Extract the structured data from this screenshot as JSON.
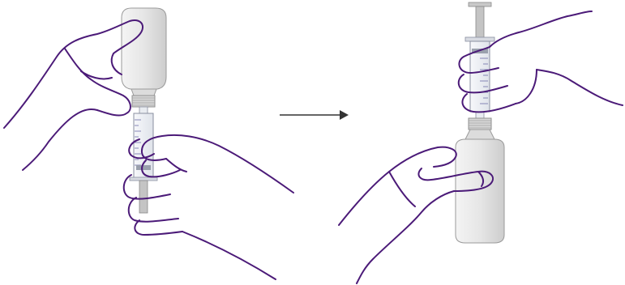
{
  "illustration": {
    "panels": [
      {
        "id": "left",
        "scene": "bottle-upside-down-over-syringe"
      },
      {
        "id": "right",
        "scene": "syringe-on-top-of-upright-bottle"
      }
    ],
    "arrow": {
      "direction": "right"
    },
    "colors": {
      "outline": "#4b1a78",
      "bottle_fill": "#e8e8e8",
      "bottle_shade": "#cfcfcf",
      "cap_fill": "#d9d9d9",
      "syringe_barrel": "#f2f4f7",
      "syringe_marks": "#6d6da8",
      "plunger": "#bfbfbf",
      "arrow": "#333333",
      "background": "#ffffff"
    }
  }
}
